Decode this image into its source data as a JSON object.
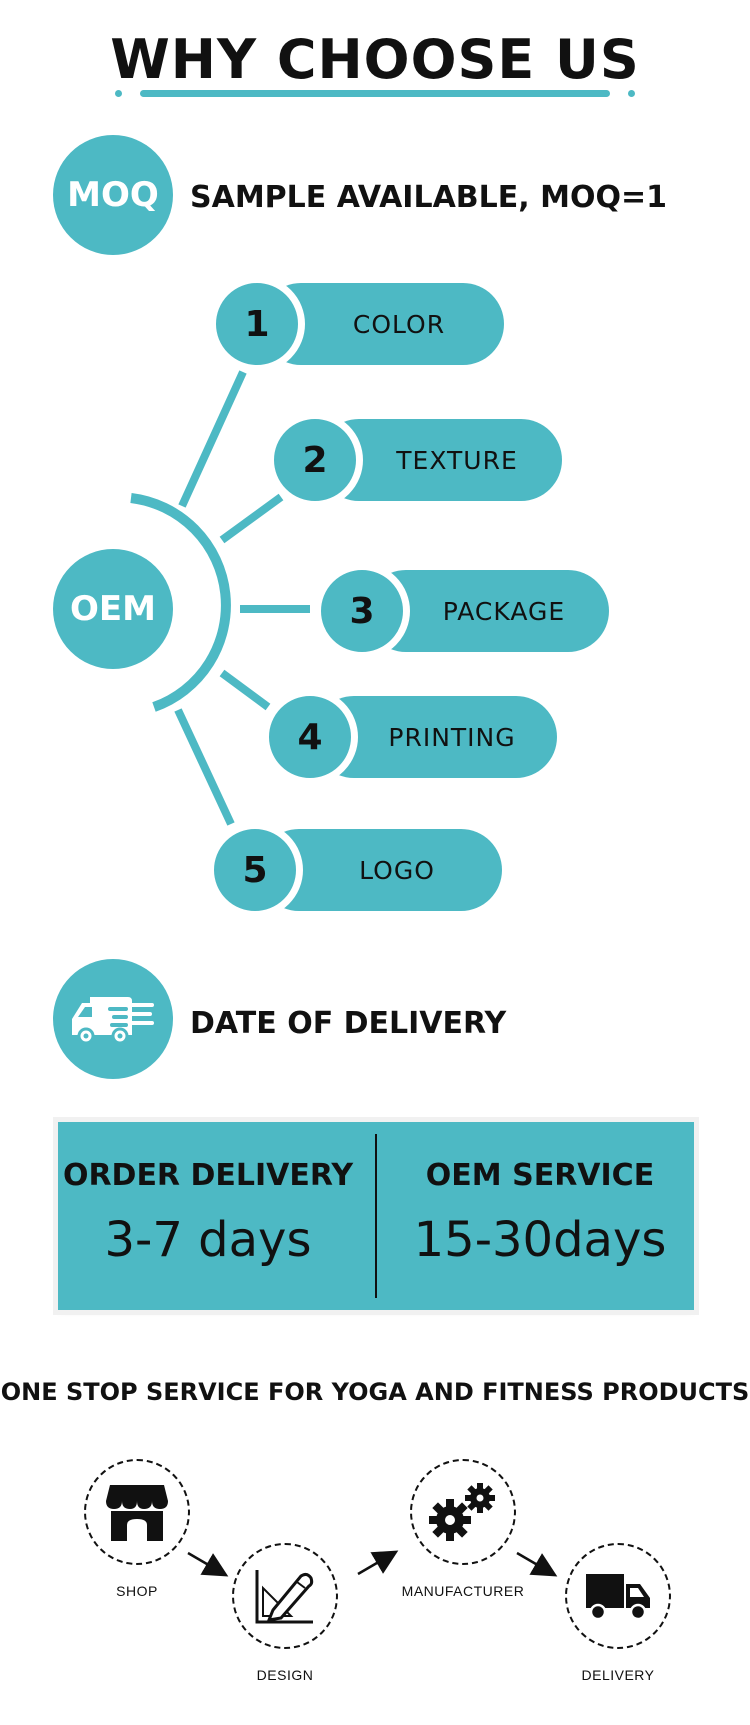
{
  "title": "WHY CHOOSE US",
  "moq": {
    "badge": "MOQ",
    "text": "SAMPLE AVAILABLE, MOQ=1"
  },
  "oem": {
    "badge": "OEM",
    "items": [
      {
        "num": "1",
        "label": "COLOR"
      },
      {
        "num": "2",
        "label": "TEXTURE"
      },
      {
        "num": "3",
        "label": "PACKAGE"
      },
      {
        "num": "4",
        "label": "PRINTING"
      },
      {
        "num": "5",
        "label": "LOGO"
      }
    ]
  },
  "delivery": {
    "icon": "delivery-van-icon",
    "text": "DATE OF DELIVERY",
    "order_label": "ORDER DELIVERY",
    "order_value": "3-7 days",
    "oem_label": "OEM SERVICE",
    "oem_value": "15-30days"
  },
  "service": {
    "title": "ONE STOP SERVICE FOR YOGA AND FITNESS PRODUCTS",
    "steps": [
      {
        "label": "SHOP",
        "icon": "shop-icon"
      },
      {
        "label": "DESIGN",
        "icon": "design-icon"
      },
      {
        "label": "MANUFACTURER",
        "icon": "gears-icon"
      },
      {
        "label": "DELIVERY",
        "icon": "truck-icon"
      }
    ]
  },
  "colors": {
    "accent": "#4db9c4",
    "text": "#111111"
  }
}
